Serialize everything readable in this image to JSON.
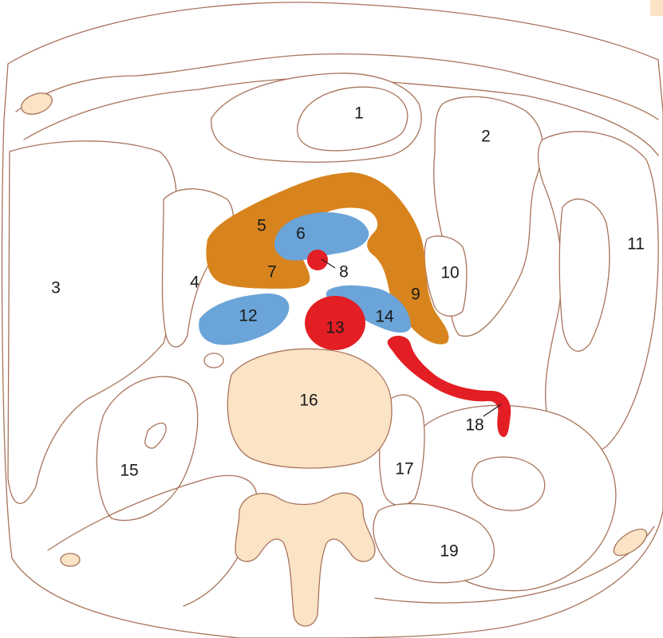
{
  "colors": {
    "outline": "#a8735a",
    "bone": "#fbe3c5",
    "pancreas": "#d8841e",
    "vein": "#6aa4d8",
    "artery": "#e31e24",
    "background": "#ffffff",
    "corner_tab": "#fbe3c5"
  },
  "labels": {
    "l1": "1",
    "l2": "2",
    "l3": "3",
    "l4": "4",
    "l5": "5",
    "l6": "6",
    "l7": "7",
    "l8": "8",
    "l9": "9",
    "l10": "10",
    "l11": "11",
    "l12": "12",
    "l13": "13",
    "l14": "14",
    "l15": "15",
    "l16": "16",
    "l17": "17",
    "l18": "18",
    "l19": "19"
  }
}
